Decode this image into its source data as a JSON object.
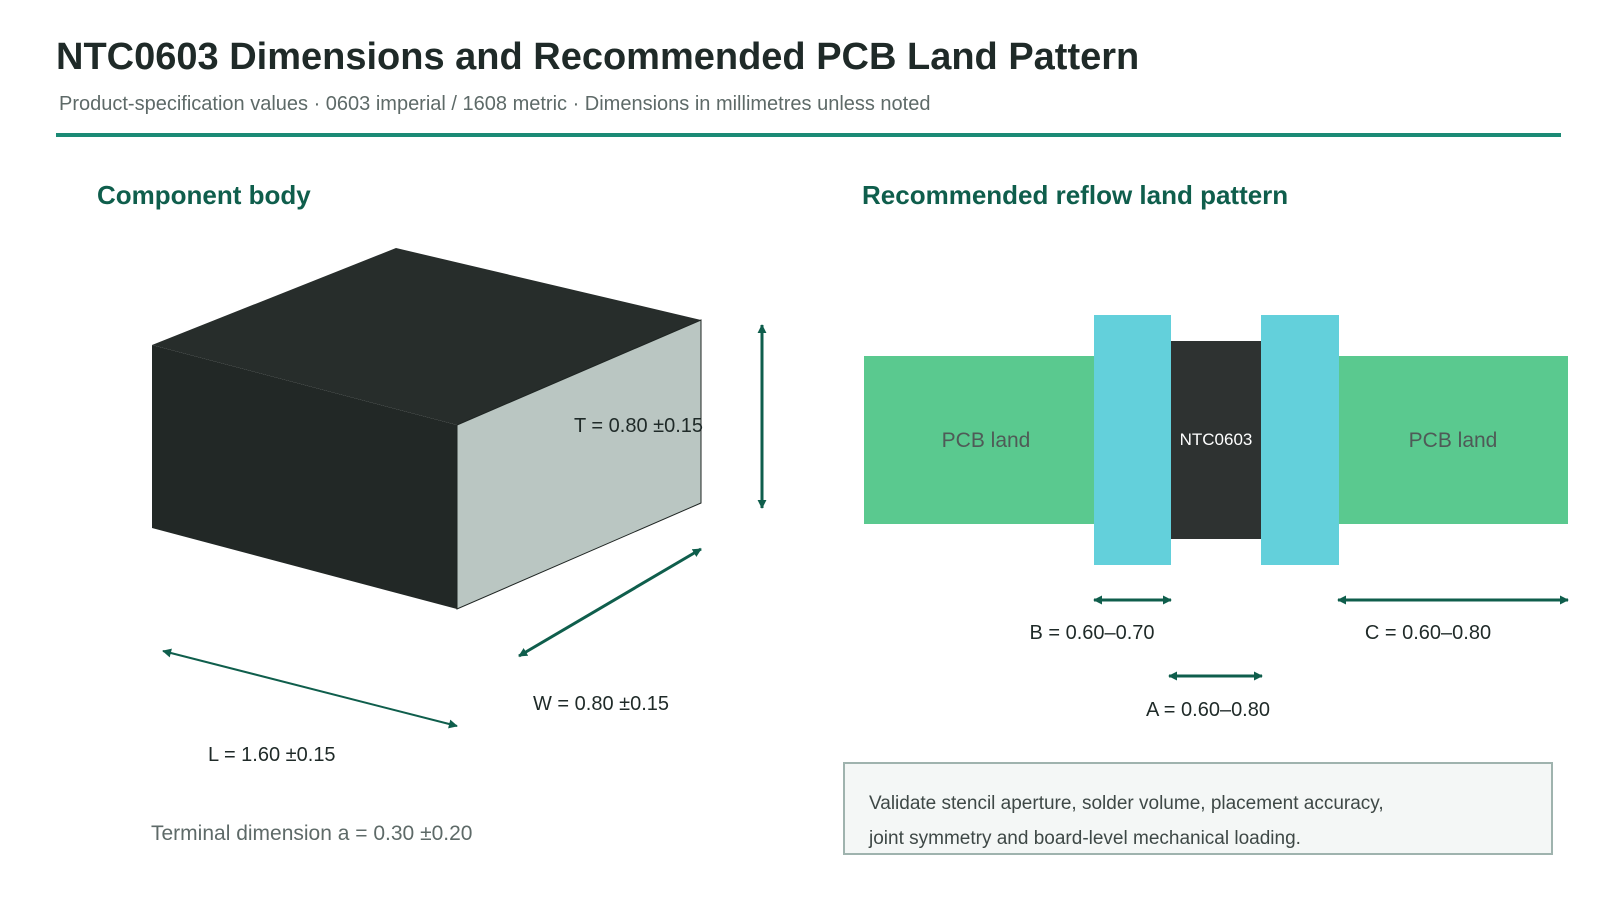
{
  "header": {
    "title": "NTC0603 Dimensions and Recommended PCB Land Pattern",
    "subtitle": "Product-specification values · 0603 imperial / 1608 metric · Dimensions in millimetres unless noted"
  },
  "body_section": {
    "title": "Component body",
    "length_label": "L = 1.60 ±0.15",
    "width_label": "W = 0.80 ±0.15",
    "thickness_label": "T = 0.80 ±0.15",
    "terminal_note": "Terminal dimension a = 0.30 ±0.20"
  },
  "land_section": {
    "title": "Recommended reflow land pattern",
    "left_land_label": "PCB land",
    "right_land_label": "PCB land",
    "chip_label": "NTC0603",
    "dim_b": "B = 0.60–0.70",
    "dim_c": "C = 0.60–0.80",
    "dim_a": "A = 0.60–0.80",
    "note_lines": [
      "Validate stencil aperture, solder volume, placement accuracy,",
      "joint symmetry and board-level mechanical loading."
    ]
  },
  "colors": {
    "accent": "#1b8a75",
    "dimension_arrow": "#0f5e4c",
    "pcb_land": "#5ac98f",
    "terminal": "#63d0db",
    "chip_body": "#2e3231",
    "box_top": "#272d2b",
    "box_front": "#222826",
    "box_side": "#bac6c2"
  }
}
